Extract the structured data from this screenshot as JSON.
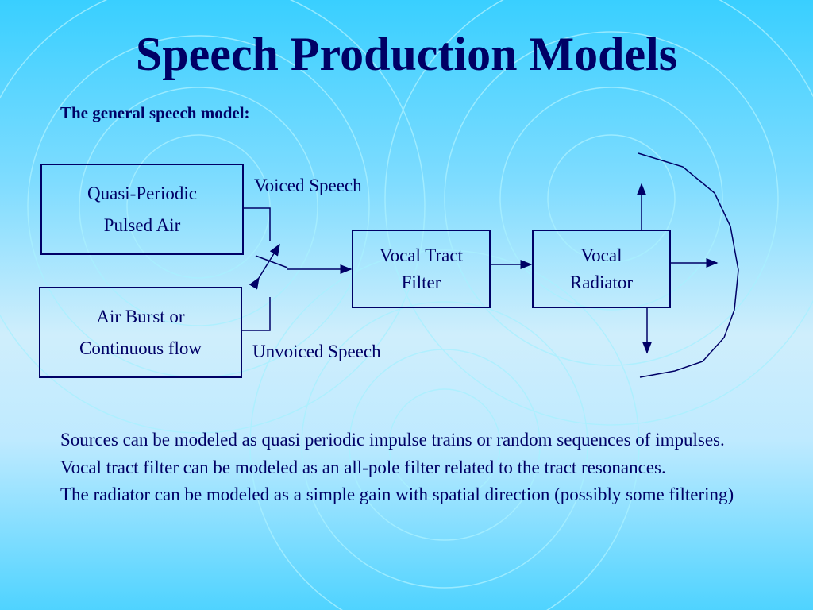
{
  "slide": {
    "title": "Speech Production Models",
    "subtitle": "The general speech model:"
  },
  "diagram": {
    "source_periodic": [
      "Quasi-Periodic",
      "Pulsed Air"
    ],
    "source_burst": [
      "Air Burst or",
      "Continuous flow"
    ],
    "voiced_label": "Voiced Speech",
    "unvoiced_label": "Unvoiced Speech",
    "filter": [
      "Vocal Tract",
      "Filter"
    ],
    "radiator": [
      "Vocal",
      "Radiator"
    ]
  },
  "notes": [
    "Sources can be modeled as quasi periodic impulse trains or random sequences of impulses.",
    "Vocal tract filter can be modeled as an all-pole filter related to the tract resonances.",
    "The radiator can be modeled as a simple gain with spatial direction (possibly some filtering)"
  ],
  "colors": {
    "text": "#000066",
    "bg_top": "#39cfff",
    "bg_mid": "#cfeefc",
    "ring": "#aef2ff"
  }
}
